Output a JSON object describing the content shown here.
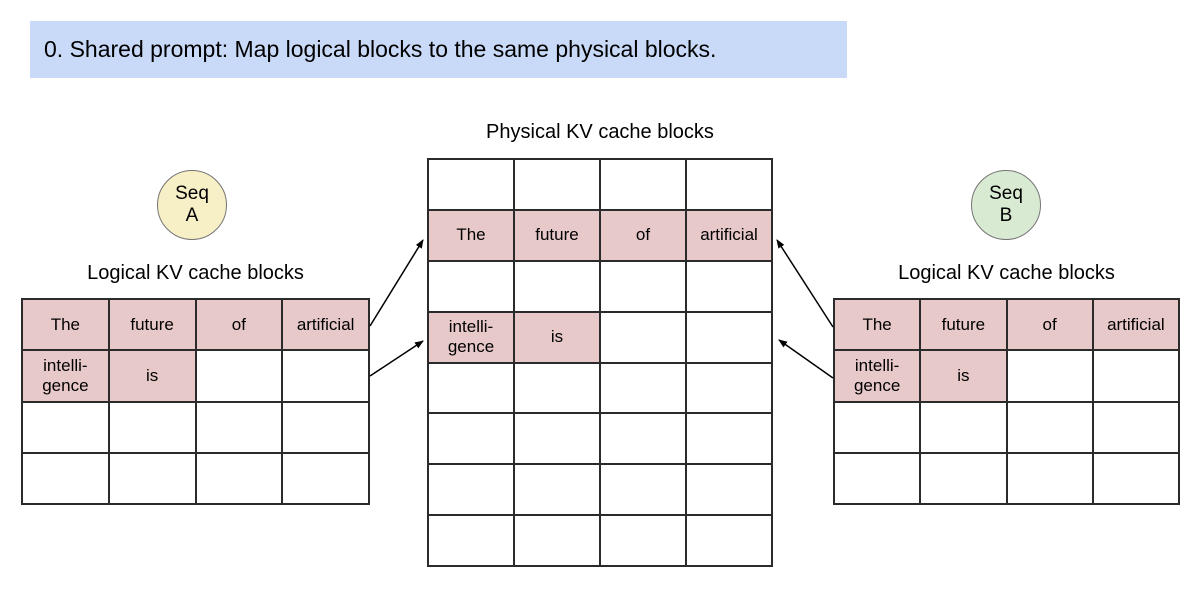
{
  "banner": {
    "text": "0. Shared prompt: Map logical blocks to the same physical blocks."
  },
  "colors": {
    "banner_bg": "#c9daf8",
    "filled_cell": "#e8c9c9",
    "seq_a_bg": "#f7efc6",
    "seq_b_bg": "#d9ead3",
    "table_border": "#2b2b2b"
  },
  "seq_a": {
    "line1": "Seq",
    "line2": "A"
  },
  "seq_b": {
    "line1": "Seq",
    "line2": "B"
  },
  "titles": {
    "physical": "Physical KV cache blocks",
    "logical_a": "Logical KV cache blocks",
    "logical_b": "Logical KV cache blocks"
  },
  "tables": {
    "logical_a": {
      "rows": [
        [
          {
            "text": "The",
            "filled": true
          },
          {
            "text": "future",
            "filled": true
          },
          {
            "text": "of",
            "filled": true
          },
          {
            "text": "artificial",
            "filled": true
          }
        ],
        [
          {
            "text": "intelli-\ngence",
            "filled": true
          },
          {
            "text": "is",
            "filled": true
          },
          {
            "text": "",
            "filled": false
          },
          {
            "text": "",
            "filled": false
          }
        ],
        [
          {
            "text": "",
            "filled": false
          },
          {
            "text": "",
            "filled": false
          },
          {
            "text": "",
            "filled": false
          },
          {
            "text": "",
            "filled": false
          }
        ],
        [
          {
            "text": "",
            "filled": false
          },
          {
            "text": "",
            "filled": false
          },
          {
            "text": "",
            "filled": false
          },
          {
            "text": "",
            "filled": false
          }
        ]
      ]
    },
    "physical": {
      "rows": [
        [
          {
            "text": "",
            "filled": false
          },
          {
            "text": "",
            "filled": false
          },
          {
            "text": "",
            "filled": false
          },
          {
            "text": "",
            "filled": false
          }
        ],
        [
          {
            "text": "The",
            "filled": true
          },
          {
            "text": "future",
            "filled": true
          },
          {
            "text": "of",
            "filled": true
          },
          {
            "text": "artificial",
            "filled": true
          }
        ],
        [
          {
            "text": "",
            "filled": false
          },
          {
            "text": "",
            "filled": false
          },
          {
            "text": "",
            "filled": false
          },
          {
            "text": "",
            "filled": false
          }
        ],
        [
          {
            "text": "intelli-\ngence",
            "filled": true
          },
          {
            "text": "is",
            "filled": true
          },
          {
            "text": "",
            "filled": false
          },
          {
            "text": "",
            "filled": false
          }
        ],
        [
          {
            "text": "",
            "filled": false
          },
          {
            "text": "",
            "filled": false
          },
          {
            "text": "",
            "filled": false
          },
          {
            "text": "",
            "filled": false
          }
        ],
        [
          {
            "text": "",
            "filled": false
          },
          {
            "text": "",
            "filled": false
          },
          {
            "text": "",
            "filled": false
          },
          {
            "text": "",
            "filled": false
          }
        ],
        [
          {
            "text": "",
            "filled": false
          },
          {
            "text": "",
            "filled": false
          },
          {
            "text": "",
            "filled": false
          },
          {
            "text": "",
            "filled": false
          }
        ],
        [
          {
            "text": "",
            "filled": false
          },
          {
            "text": "",
            "filled": false
          },
          {
            "text": "",
            "filled": false
          },
          {
            "text": "",
            "filled": false
          }
        ]
      ]
    },
    "logical_b": {
      "rows": [
        [
          {
            "text": "The",
            "filled": true
          },
          {
            "text": "future",
            "filled": true
          },
          {
            "text": "of",
            "filled": true
          },
          {
            "text": "artificial",
            "filled": true
          }
        ],
        [
          {
            "text": "intelli-\ngence",
            "filled": true
          },
          {
            "text": "is",
            "filled": true
          },
          {
            "text": "",
            "filled": false
          },
          {
            "text": "",
            "filled": false
          }
        ],
        [
          {
            "text": "",
            "filled": false
          },
          {
            "text": "",
            "filled": false
          },
          {
            "text": "",
            "filled": false
          },
          {
            "text": "",
            "filled": false
          }
        ],
        [
          {
            "text": "",
            "filled": false
          },
          {
            "text": "",
            "filled": false
          },
          {
            "text": "",
            "filled": false
          },
          {
            "text": "",
            "filled": false
          }
        ]
      ]
    }
  }
}
